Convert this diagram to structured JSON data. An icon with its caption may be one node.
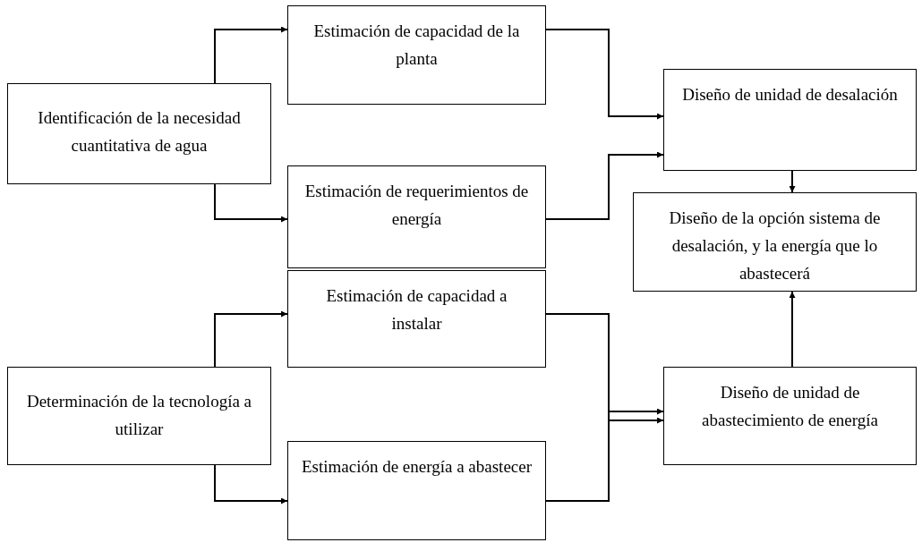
{
  "diagram": {
    "nodes": [
      {
        "text": [
          "Identificación de la necesidad cuantitativa de agua"
        ]
      },
      {
        "text": [
          "Estimación de capacidad de la planta"
        ]
      },
      {
        "text": [
          "Estimación de requerimientos de energía"
        ]
      },
      {
        "text": [
          "Diseño de unidad de desalación"
        ]
      },
      {
        "text": [
          "Diseño de la opción sistema de desalación, y la energía que lo abastecerá"
        ]
      },
      {
        "text": [
          "Estimación de capacidad a instalar"
        ]
      },
      {
        "text": [
          "Determinación de la tecnología a utilizar"
        ]
      },
      {
        "text": [
          "Estimación de energía a abastecer"
        ]
      },
      {
        "text": [
          "Diseño de unidad de abastecimiento de energía"
        ]
      }
    ],
    "edges": [
      {
        "from": 0,
        "to": 1,
        "arrow": "to"
      },
      {
        "from": 0,
        "to": 2,
        "arrow": "to"
      },
      {
        "from": 1,
        "to": 3,
        "arrow": "to"
      },
      {
        "from": 2,
        "to": 3,
        "arrow": "to"
      },
      {
        "from": 3,
        "to": 4,
        "arrow": "to"
      },
      {
        "from": 6,
        "to": 5,
        "arrow": "to"
      },
      {
        "from": 6,
        "to": 7,
        "arrow": "to"
      },
      {
        "from": 5,
        "to": 8,
        "arrow": "to"
      },
      {
        "from": 7,
        "to": 8,
        "arrow": "to"
      },
      {
        "from": 8,
        "to": 4,
        "arrow": "to"
      }
    ]
  }
}
